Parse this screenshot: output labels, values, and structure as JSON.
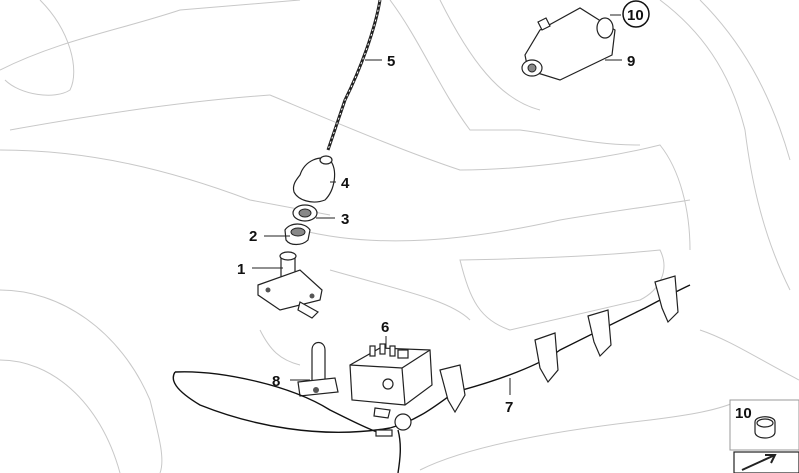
{
  "callouts": [
    {
      "id": "1",
      "label": "1"
    },
    {
      "id": "2",
      "label": "2"
    },
    {
      "id": "3",
      "label": "3"
    },
    {
      "id": "4",
      "label": "4"
    },
    {
      "id": "5",
      "label": "5"
    },
    {
      "id": "6",
      "label": "6"
    },
    {
      "id": "7",
      "label": "7"
    },
    {
      "id": "8",
      "label": "8"
    },
    {
      "id": "9",
      "label": "9"
    },
    {
      "id": "10",
      "label": "10"
    }
  ],
  "inset": {
    "label": "10"
  }
}
